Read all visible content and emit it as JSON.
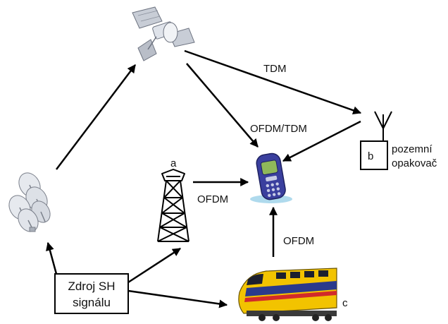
{
  "links": {
    "tdm": "TDM",
    "ofdm_tdm": "OFDM/TDM",
    "ofdm_tower": "OFDM",
    "ofdm_train": "OFDM"
  },
  "nodes": {
    "tower_marker": "a",
    "repeater_marker": "b",
    "repeater_label_line1": "pozemní",
    "repeater_label_line2": "opakovač",
    "train_marker": "c",
    "source_line1": "Zdroj SH",
    "source_line2": "signálu"
  },
  "icons": {
    "satellite": "satellite-icon",
    "ground_dishes": "satellite-dish-icon",
    "tower": "transmitter-tower-icon",
    "phone": "mobile-phone-icon",
    "repeater": "repeater-antenna-icon",
    "train": "train-icon"
  },
  "colors": {
    "arrow": "#000000",
    "phone_body": "#3a3f9e",
    "phone_screen": "#8fb85a",
    "train_body": "#f2c300",
    "train_stripe": "#2a3a8c",
    "train_red": "#d12a2a"
  }
}
